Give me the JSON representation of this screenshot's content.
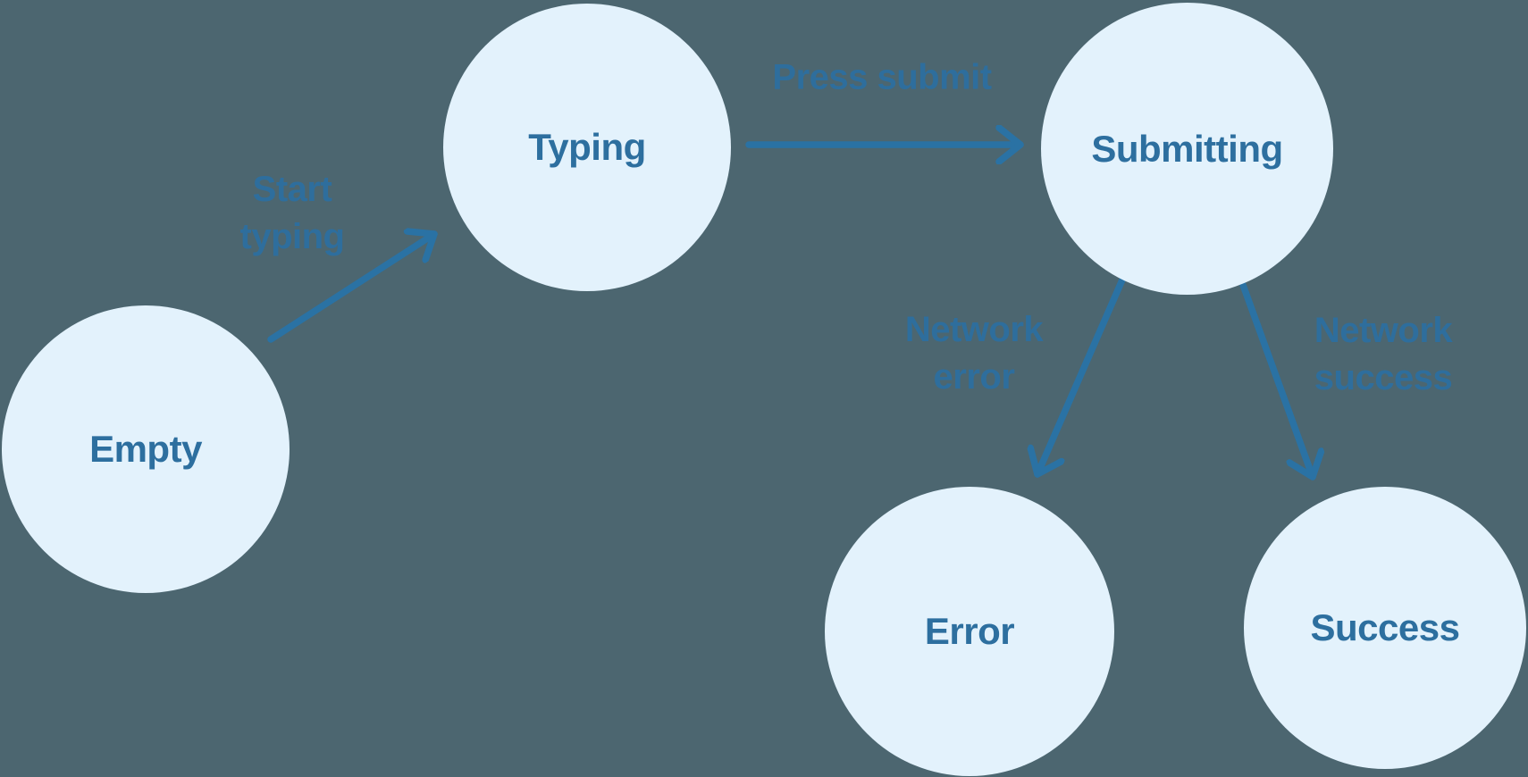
{
  "diagram": {
    "title": "form-submission-state-machine",
    "type": "state-machine",
    "nodes": [
      {
        "id": "empty",
        "label": "Empty"
      },
      {
        "id": "typing",
        "label": "Typing"
      },
      {
        "id": "submitting",
        "label": "Submitting"
      },
      {
        "id": "error",
        "label": "Error"
      },
      {
        "id": "success",
        "label": "Success"
      }
    ],
    "edges": [
      {
        "from": "empty",
        "to": "typing",
        "label": "Start typing"
      },
      {
        "from": "typing",
        "to": "submitting",
        "label": "Press submit"
      },
      {
        "from": "submitting",
        "to": "error",
        "label": "Network error"
      },
      {
        "from": "submitting",
        "to": "success",
        "label": "Network success"
      }
    ],
    "colors": {
      "background": "#4c6670",
      "node_fill": "#e3f2fc",
      "node_text": "#2d6f9f",
      "arrow": "#2a72a4",
      "edge_label_text": "#2d6f9f"
    }
  }
}
